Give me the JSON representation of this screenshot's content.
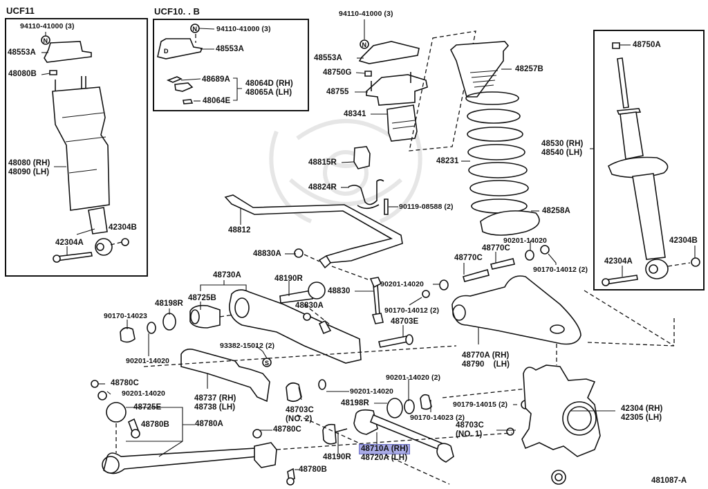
{
  "diagram": {
    "title": "Rear suspension exploded parts diagram",
    "figure_id": "481087-A",
    "highlight_color": "#a9abe6",
    "variants": [
      {
        "name": "UCF11"
      },
      {
        "name": "UCF10. . B"
      }
    ],
    "labels": {
      "ucf11_nut": "94110-41000 (3)",
      "ucf11_mount": "48553A",
      "ucf11_washer": "48080B",
      "ucf11_air_spring": "48080 (RH)\n48090 (LH)",
      "ucf11_bolt": "42304A",
      "ucf11_nut2": "42304B",
      "ucf10_nut": "94110-41000 (3)",
      "ucf10_mount": "48553A",
      "ucf10_bracket_a": "48689A",
      "ucf10_bracket_e": "48064E",
      "ucf10_bracket_set": "48064D (RH)\n48065A (LH)",
      "top_nut": "94110-41000 (3)",
      "top_mount": "48553A",
      "nut_48750g": "48750G",
      "support": "48755",
      "bumper": "48341",
      "insulator_upper": "48257B",
      "coil_spring": "48231",
      "insulator_lower": "48258A",
      "shock_nut": "48750A",
      "shock_absorber": "48530 (RH)\n48540 (LH)",
      "shock_bolt": "42304A",
      "shock_nut2": "42304B",
      "stab_bushing": "48815R",
      "stab_bracket": "48824R",
      "stab_bolt": "90119-08588 (2)",
      "stabilizer_bar": "48812",
      "stab_nut_top": "48830A",
      "link_nut": "48830A",
      "stab_link": "48830",
      "link_washer": "90201-14020",
      "link_nut2": "90170-14012 (2)",
      "lower_arm_assy": "48730A",
      "cam_bolt_top": "48190R",
      "cam_plate": "48198R",
      "bushing_b": "48725B",
      "nut_14023": "90170-14023",
      "washer_14020_left": "90201-14020",
      "bolt_48703e": "48703E",
      "upper_bolt_1": "48770C",
      "upper_bolt_2": "48770C",
      "upper_washer": "90201-14020",
      "upper_nut": "90170-14012 (2)",
      "upper_arm": "48770A (RH)\n48790    (LH)",
      "cover_clip": "93382-15012 (2)",
      "cover": "48737 (RH)\n48738 (LH)",
      "strut_nut_c": "48780C",
      "strut_washer": "90201-14020",
      "strut_bushing_e": "48725E",
      "strut_bolt_b": "48780B",
      "strut_rod": "48780A",
      "strut_nut_c2": "48780C",
      "strut_bolt_b2": "48780B",
      "cam_nut_no2": "48703C\n(NO. 2)",
      "washer_mid": "90201-14020",
      "washer_pair": "90201-14020 (2)",
      "cam_plate_2": "48198R",
      "nut_14023_2": "90170-14023 (2)",
      "cam_bolt_bottom": "48190R",
      "toe_arm_rh": "48710A (RH)",
      "toe_arm_lh": "48720A (LH)",
      "knuckle_nut": "90179-14015 (2)",
      "cam_nut_no1": "48703C\n(NO. 1)",
      "knuckle": "42304 (RH)\n42305 (LH)"
    }
  }
}
